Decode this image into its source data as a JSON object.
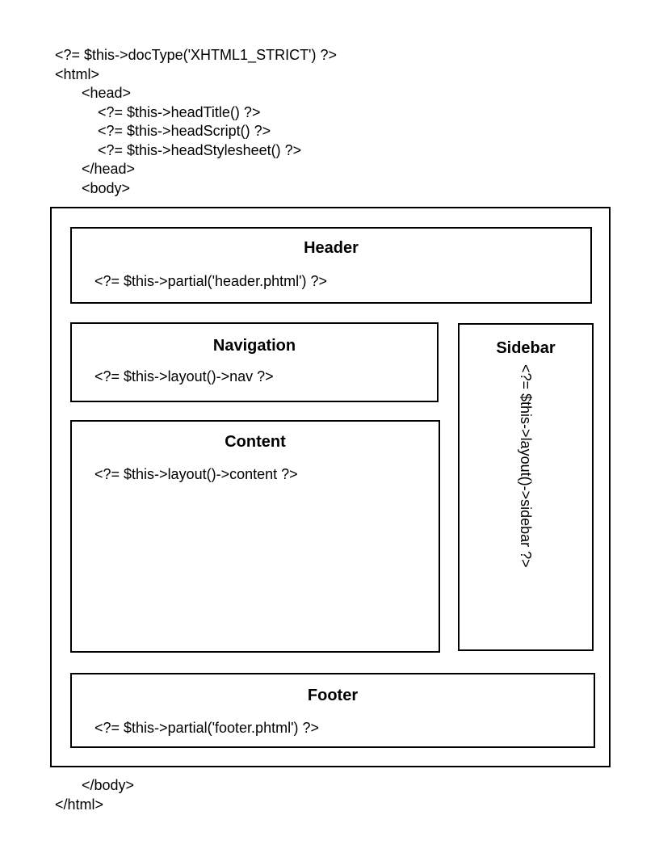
{
  "page": {
    "background": "#ffffff",
    "text_color": "#000000",
    "border_color": "#000000"
  },
  "code_top": {
    "lines": [
      {
        "indent": 0,
        "text": "<?= $this->docType('XHTML1_STRICT') ?>"
      },
      {
        "indent": 0,
        "text": "<html>"
      },
      {
        "indent": 1,
        "text": "<head>"
      },
      {
        "indent": 2,
        "text": "<?= $this->headTitle() ?>"
      },
      {
        "indent": 2,
        "text": "<?= $this->headScript() ?>"
      },
      {
        "indent": 2,
        "text": "<?= $this->headStylesheet() ?>"
      },
      {
        "indent": 1,
        "text": "</head>"
      },
      {
        "indent": 1,
        "text": "<body>"
      }
    ]
  },
  "diagram": {
    "header": {
      "title": "Header",
      "code": "<?= $this->partial('header.phtml') ?>"
    },
    "navigation": {
      "title": "Navigation",
      "code": "<?= $this->layout()->nav ?>"
    },
    "content": {
      "title": "Content",
      "code": "<?= $this->layout()->content ?>"
    },
    "sidebar": {
      "title": "Sidebar",
      "code": "<?= $this->layout()->sidebar ?>"
    },
    "footer": {
      "title": "Footer",
      "code": "<?= $this->partial('footer.phtml') ?>"
    }
  },
  "code_bottom": {
    "lines": [
      {
        "indent": 1,
        "text": "</body>"
      },
      {
        "indent": 0,
        "text": "</html>"
      }
    ]
  }
}
